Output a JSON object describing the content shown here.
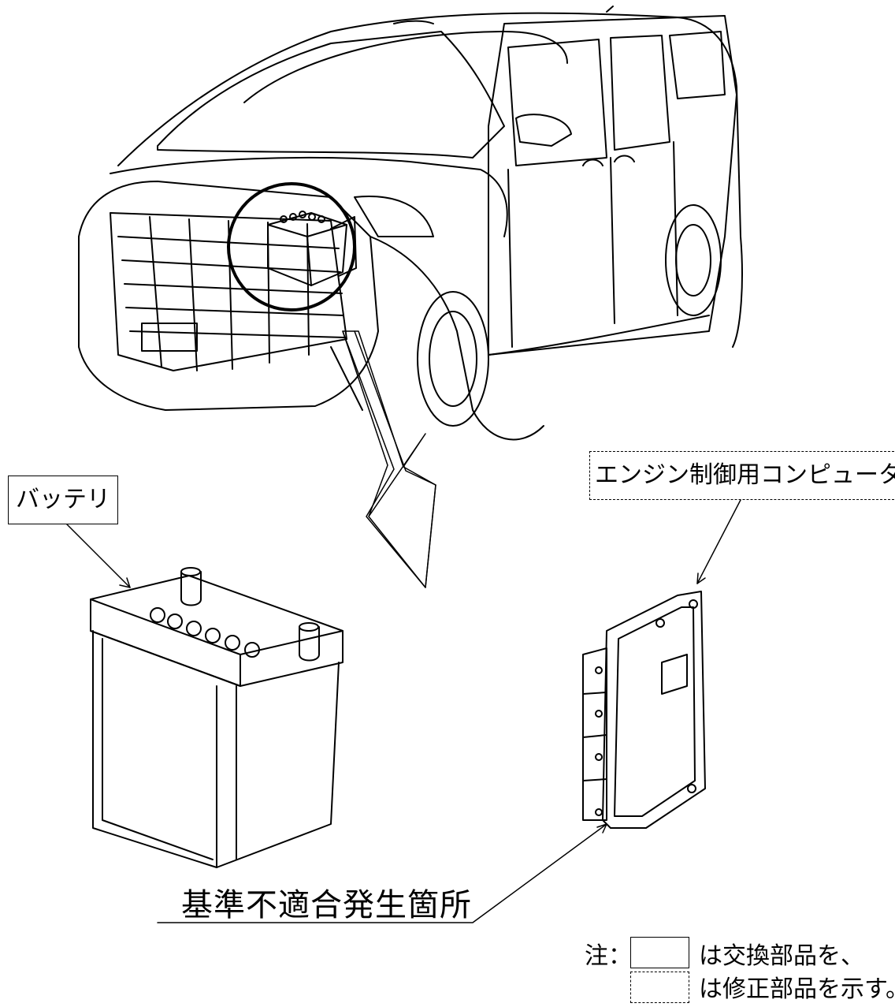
{
  "labels": {
    "battery": "バッテリ",
    "ecu": "エンジン制御用コンピュータ",
    "caption": "基準不適合発生箇所"
  },
  "note": {
    "prefix": "注：",
    "replaced": "は交換部品を、",
    "modified": "は修正部品を示す。"
  },
  "colors": {
    "line": "#000000",
    "background": "#ffffff"
  },
  "icons": {
    "zoom_arrow": "hollow-arrow-icon"
  }
}
